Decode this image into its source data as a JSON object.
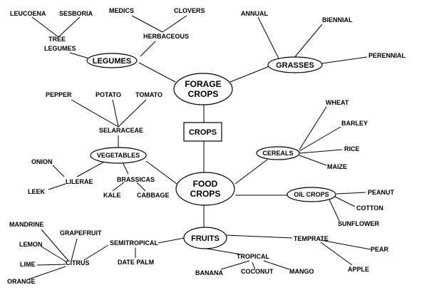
{
  "center": "CROPS",
  "forage_crops": {
    "line1": "FORAGE",
    "line2": "CROPS"
  },
  "food_crops": {
    "line1": "FOOD",
    "line2": "CROPS"
  },
  "legumes": "LEGUMES",
  "grasses": "GRASSES",
  "vegetables": "VEGETABLES",
  "cereals": "CEREALS",
  "oil_crops": "OIL CROPS",
  "fruits": "FRUITS",
  "labels": {
    "leucoena": "LEUCOENA",
    "sesboria": "SESBORIA",
    "tree": "TREE",
    "tree_legumes": "LEGUMES",
    "medics": "MEDICS",
    "clovers": "CLOVERS",
    "herbaceous": "HERBACEOUS",
    "annual": "ANNUAL",
    "biennial": "BIENNIAL",
    "perennial": "PERENNIAL",
    "pepper": "PEPPER",
    "potato": "POTATO",
    "tomato": "TOMATO",
    "selaraceae": "SELARACEAE",
    "onion": "ONION",
    "lilerae": "LILERAE",
    "leek": "LEEK",
    "brassicas": "BRASSICAS",
    "kale": "KALE",
    "cabbage": "CABBAGE",
    "wheat": "WHEAT",
    "barley": "BARLEY",
    "rice": "RICE",
    "maize": "MAIZE",
    "peanut": "PEANUT",
    "cotton": "COTTON",
    "sunflower": "SUNFLOWER",
    "mandrine": "MANDRINE",
    "grapefruit": "GRAPEFRUIT",
    "lemon": "LEMON",
    "lime": "LIME",
    "citrus": "CITRUS",
    "orange": "ORANGE",
    "semitropical": "SEMITROPICAL",
    "date_palm": "DATE PALM",
    "tropical": "TROPICAL",
    "banana": "BANANA",
    "coconut": "COCONUT",
    "mango": "MANGO",
    "temprate": "TEMPRATE",
    "pear": "PEAR",
    "apple": "APPLE"
  }
}
